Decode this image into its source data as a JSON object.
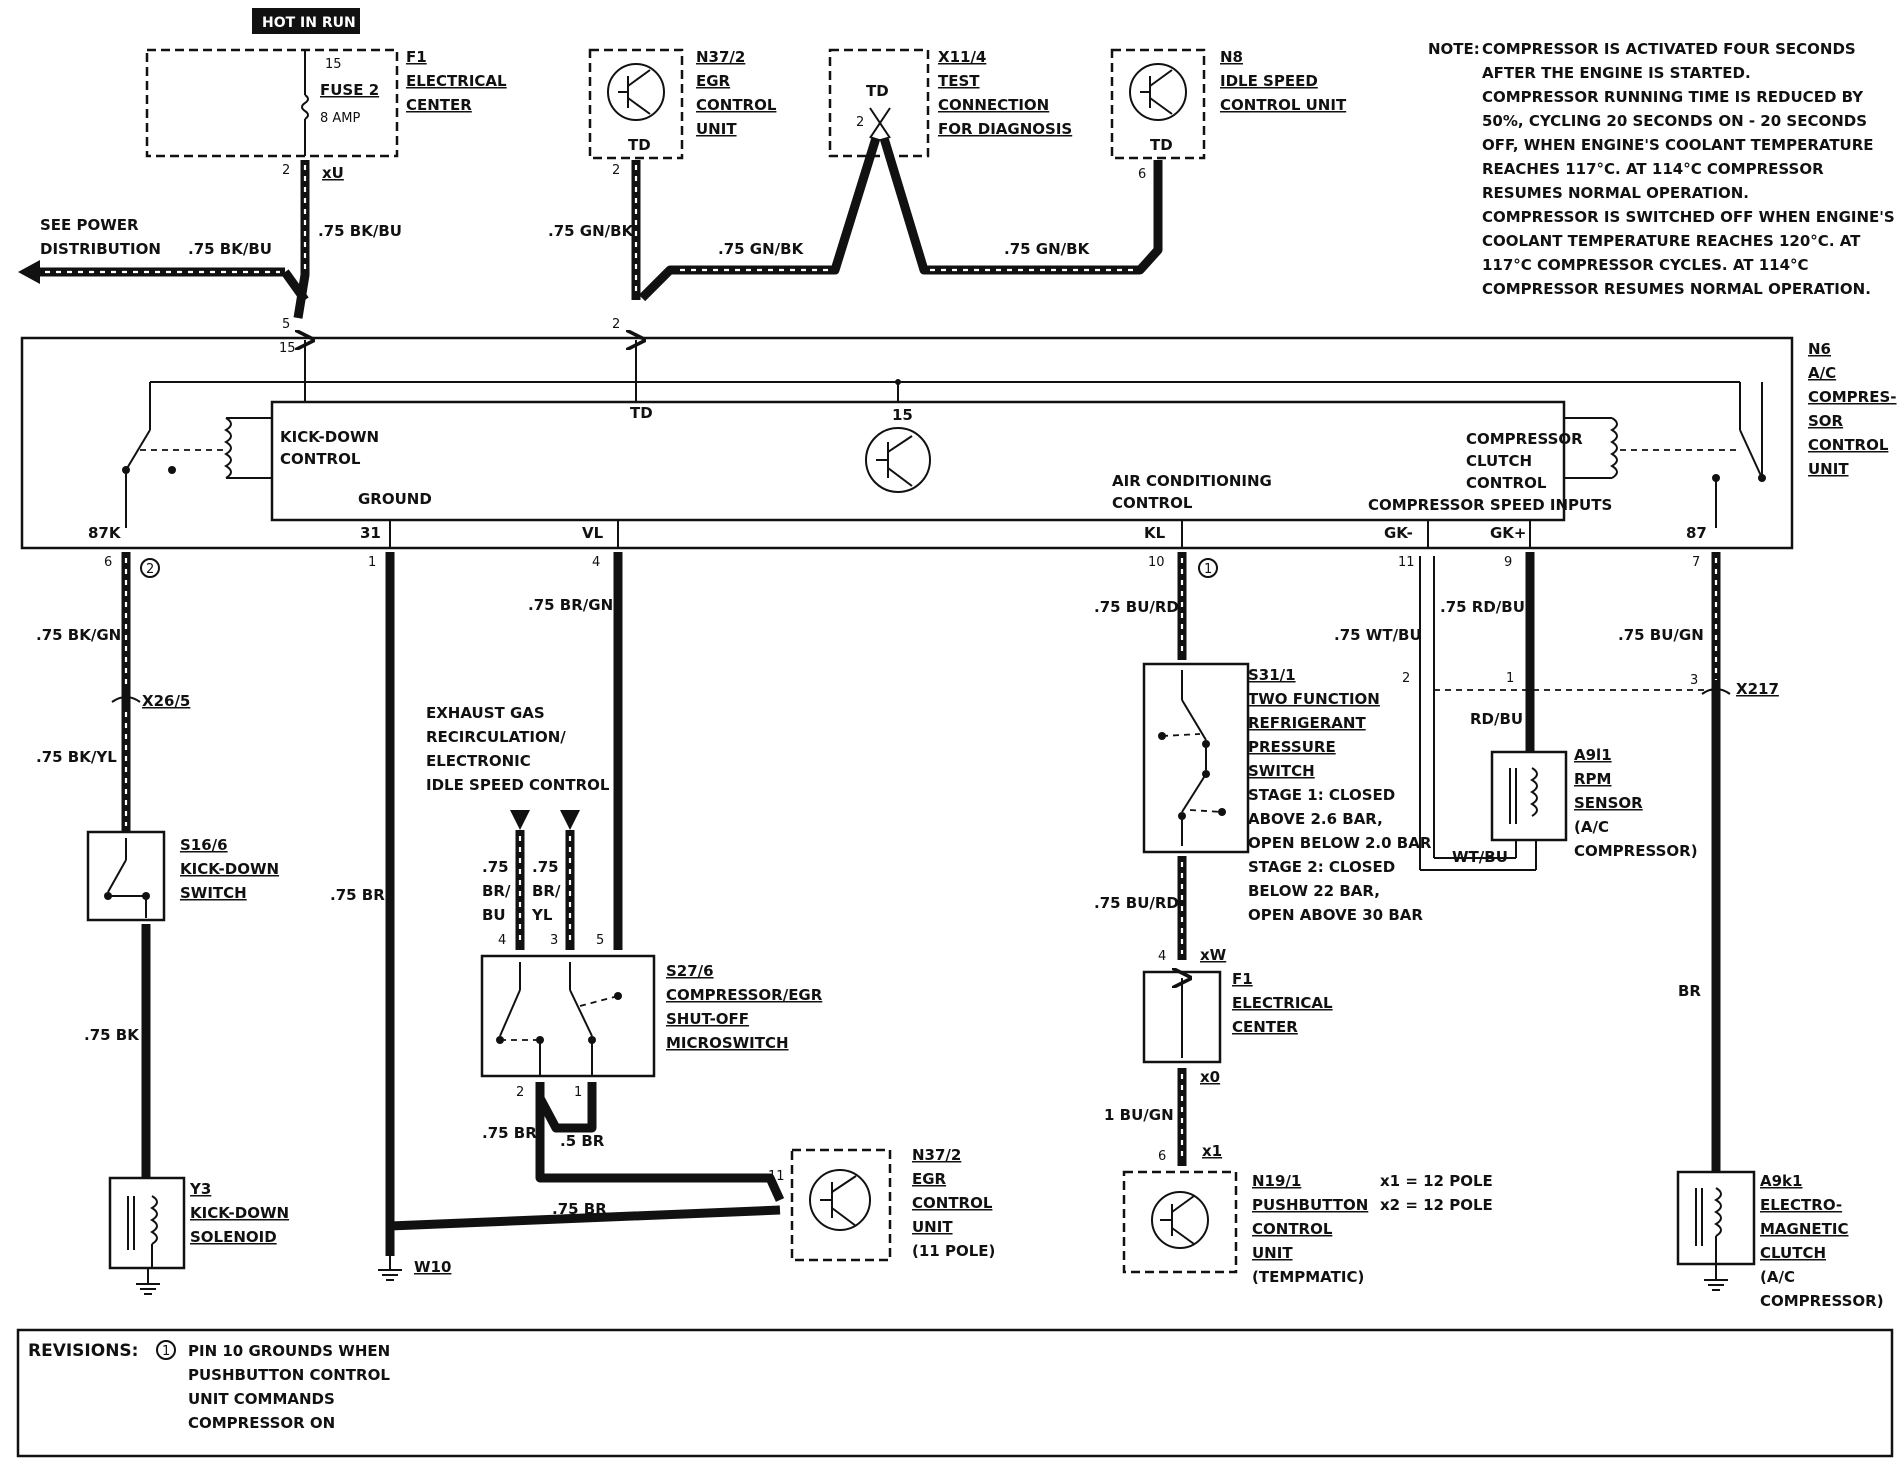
{
  "hot_in_run": "HOT IN RUN",
  "note": {
    "prefix": "NOTE:",
    "lines": [
      "COMPRESSOR IS ACTIVATED FOUR SECONDS",
      "AFTER THE ENGINE IS STARTED.",
      "COMPRESSOR RUNNING TIME IS REDUCED BY",
      "50%, CYCLING 20 SECONDS ON - 20 SECONDS",
      "OFF, WHEN ENGINE'S COOLANT TEMPERATURE",
      "REACHES 117°C. AT 114°C COMPRESSOR",
      "RESUMES NORMAL OPERATION.",
      "COMPRESSOR IS SWITCHED OFF WHEN ENGINE'S",
      "COOLANT TEMPERATURE REACHES 120°C. AT",
      "117°C COMPRESSOR CYCLES. AT 114°C",
      "COMPRESSOR RESUMES NORMAL OPERATION."
    ]
  },
  "f1_top": {
    "id": "F1",
    "l1": "ELECTRICAL",
    "l2": "CENTER",
    "fuse": "FUSE 2",
    "amp": "8 AMP",
    "pin_top": "15",
    "pin_bottom": "2",
    "conn": "xU"
  },
  "n37_top": {
    "id": "N37/2",
    "l1": "EGR",
    "l2": "CONTROL",
    "l3": "UNIT",
    "td": "TD",
    "pin": "2"
  },
  "x11": {
    "id": "X11/4",
    "l1": "TEST",
    "l2": "CONNECTION",
    "l3": "FOR DIAGNOSIS",
    "td": "TD",
    "pin": "2"
  },
  "n8": {
    "id": "N8",
    "l1": "IDLE SPEED",
    "l2": "CONTROL UNIT",
    "td": "TD",
    "pin": "6"
  },
  "power": {
    "l1": "SEE POWER",
    "l2": "DISTRIBUTION"
  },
  "wires": {
    "w_pd": ".75 BK/BU",
    "w_f1": ".75 BK/BU",
    "w_gnbk1": ".75 GN/BK",
    "w_gnbk2": ".75 GN/BK",
    "w_gnbk3": ".75 GN/BK",
    "w_bkgn": ".75 BK/GN",
    "w_bkyl": ".75 BK/YL",
    "w_bk": ".75 BK",
    "w_br_left": ".75 BR",
    "w_brgn": ".75 BR/GN",
    "w_brbu_a": ".75",
    "w_brbu_b": "BR/",
    "w_brbu_c": "BU",
    "w_bryl_a": ".75",
    "w_bryl_b": "BR/",
    "w_bryl_c": "YL",
    "w_br_s27": ".75 BR",
    "w_5br": ".5 BR",
    "w_br_n37": ".75 BR",
    "w_burd1": ".75 BU/RD",
    "w_burd2": ".75 BU/RD",
    "w_bugn_1": "1 BU/GN",
    "w_wtbu": ".75 WT/BU",
    "w_rdbu": ".75 RD/BU",
    "w_rdbu2": "RD/BU",
    "w_wtbu2": "WT/BU",
    "w_bugn_r": ".75 BU/GN",
    "w_br_r": "BR"
  },
  "n6": {
    "id": "N6",
    "l1": "A/C",
    "l2": "COMPRES-",
    "l3": "SOR",
    "l4": "CONTROL",
    "l5": "UNIT"
  },
  "n6_inner": {
    "kick1": "KICK-DOWN",
    "kick2": "CONTROL",
    "ground": "GROUND",
    "td": "TD",
    "p15": "15",
    "ac1": "AIR CONDITIONING",
    "ac2": "CONTROL",
    "cc1": "COMPRESSOR",
    "cc2": "CLUTCH",
    "cc3": "CONTROL",
    "speed": "COMPRESSOR SPEED INPUTS",
    "pin5": "5",
    "pin15": "15",
    "pin2": "2"
  },
  "pins_bottom": {
    "p87k": "87K",
    "p31": "31",
    "pvl": "VL",
    "pkl": "KL",
    "pgkm": "GK-",
    "pgkp": "GK+",
    "p87": "87",
    "n6": "6",
    "n1": "1",
    "n4": "4",
    "n10": "10",
    "n11": "11",
    "n9": "9",
    "n7": "7",
    "rev_mark_a": "2",
    "rev_mark_b": "1"
  },
  "x26": "X26/5",
  "s16": {
    "id": "S16/6",
    "l1": "KICK-DOWN",
    "l2": "SWITCH"
  },
  "y3": {
    "id": "Y3",
    "l1": "KICK-DOWN",
    "l2": "SOLENOID"
  },
  "w10": "W10",
  "egr_label": {
    "l1": "EXHAUST GAS",
    "l2": "RECIRCULATION/",
    "l3": "ELECTRONIC",
    "l4": "IDLE SPEED CONTROL"
  },
  "s27": {
    "id": "S27/6",
    "l1": "COMPRESSOR/EGR",
    "l2": "SHUT-OFF",
    "l3": "MICROSWITCH",
    "p4": "4",
    "p3": "3",
    "p5": "5",
    "p2": "2",
    "p1": "1"
  },
  "n37_bot": {
    "id": "N37/2",
    "l1": "EGR",
    "l2": "CONTROL",
    "l3": "UNIT",
    "l4": "(11 POLE)",
    "pin": "11"
  },
  "s31": {
    "id": "S31/1",
    "l1": "TWO FUNCTION",
    "l2": "REFRIGERANT",
    "l3": "PRESSURE",
    "l4": "SWITCH",
    "d1": "STAGE 1: CLOSED",
    "d2": "ABOVE 2.6 BAR,",
    "d3": "OPEN BELOW 2.0 BAR",
    "d4": "STAGE 2: CLOSED",
    "d5": "BELOW 22 BAR,",
    "d6": "OPEN ABOVE 30 BAR"
  },
  "f1_bot": {
    "id": "F1",
    "l1": "ELECTRICAL",
    "l2": "CENTER",
    "p4": "4",
    "xw": "xW",
    "x0": "x0"
  },
  "n19": {
    "id": "N19/1",
    "l1": "PUSHBUTTON",
    "l2": "CONTROL",
    "l3": "UNIT",
    "l4": "(TEMPMATIC)",
    "p6": "6",
    "x1": "x1"
  },
  "poles": {
    "l1": "x1 = 12 POLE",
    "l2": "x2 = 12 POLE"
  },
  "a911": {
    "id": "A9l1",
    "l1": "RPM",
    "l2": "SENSOR",
    "l3": "(A/C",
    "l4": "COMPRESSOR)",
    "p2": "2",
    "p1": "1",
    "p3": "3"
  },
  "x217": "X217",
  "a9k1": {
    "id": "A9k1",
    "l1": "ELECTRO-",
    "l2": "MAGNETIC",
    "l3": "CLUTCH",
    "l4": "(A/C",
    "l5": "COMPRESSOR)"
  },
  "revisions": {
    "label": "REVISIONS:",
    "mark": "1",
    "l1": "PIN 10 GROUNDS WHEN",
    "l2": "PUSHBUTTON CONTROL",
    "l3": "UNIT COMMANDS",
    "l4": "COMPRESSOR ON"
  }
}
